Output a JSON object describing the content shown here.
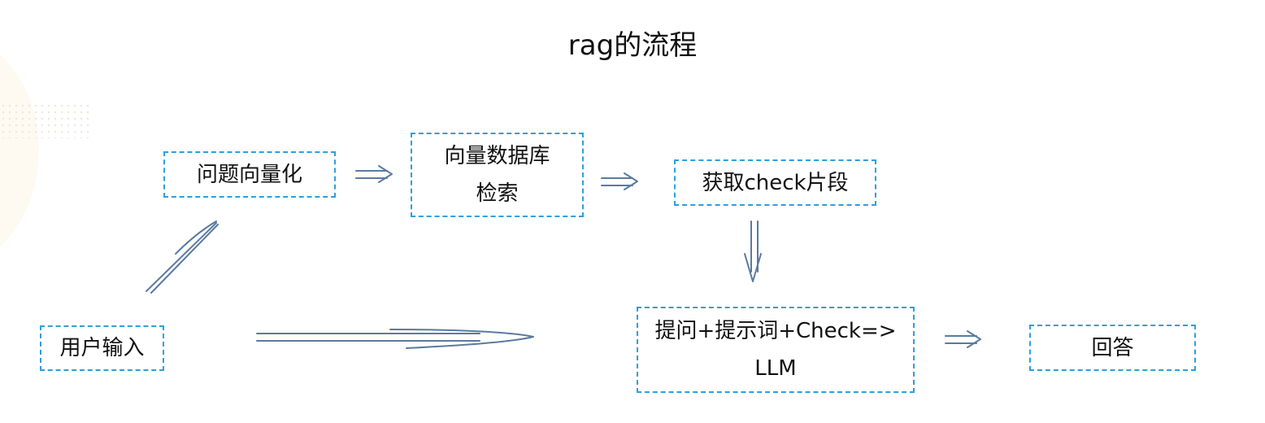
{
  "diagram": {
    "title": "rag的流程",
    "nodes": {
      "user_input": {
        "lines": [
          "用户输入"
        ]
      },
      "vectorize": {
        "lines": [
          "问题向量化"
        ]
      },
      "vector_db": {
        "lines": [
          "向量数据库",
          "检索"
        ]
      },
      "get_chunks": {
        "lines": [
          "获取check片段"
        ]
      },
      "prompt": {
        "lines": [
          "提问+提示词+Check=>",
          "LLM"
        ]
      },
      "answer": {
        "lines": [
          "回答"
        ]
      }
    },
    "edges": [
      {
        "from": "用户输入",
        "to": "问题向量化"
      },
      {
        "from": "问题向量化",
        "to": "向量数据库检索"
      },
      {
        "from": "向量数据库检索",
        "to": "获取check片段"
      },
      {
        "from": "获取check片段",
        "to": "提问+提示词+Check=>LLM"
      },
      {
        "from": "用户输入",
        "to": "提问+提示词+Check=>LLM"
      },
      {
        "from": "提问+提示词+Check=>LLM",
        "to": "回答"
      }
    ],
    "colors": {
      "node_border": "#2ea0db",
      "arrow": "#5b7aa0",
      "text": "#111111"
    }
  }
}
